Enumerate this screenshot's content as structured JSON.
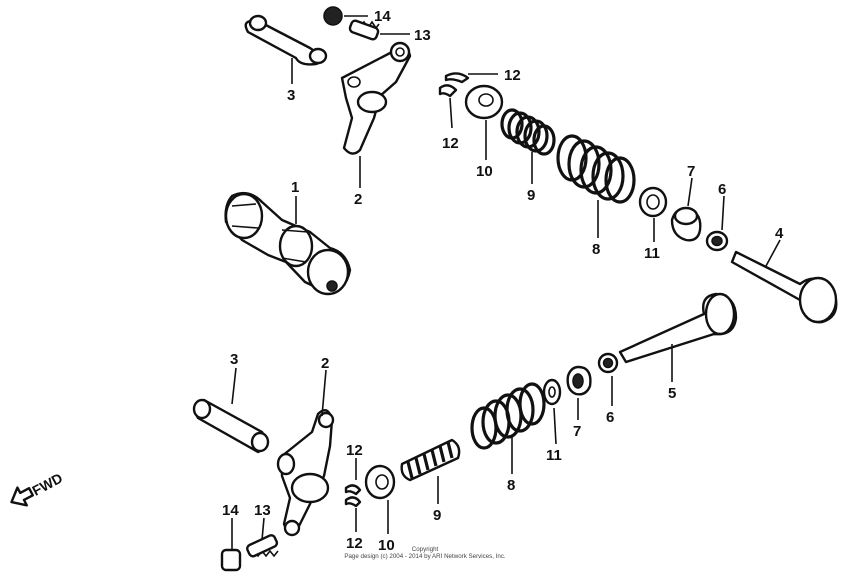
{
  "callouts": {
    "c1": "1",
    "c2_top": "2",
    "c3_top": "3",
    "c4": "4",
    "c5": "5",
    "c6_top": "6",
    "c7_top": "7",
    "c8_top": "8",
    "c9_top": "9",
    "c10_top": "10",
    "c11_top": "11",
    "c12_top_a": "12",
    "c12_top_b": "12",
    "c13_top": "13",
    "c14_top": "14",
    "c2_bot": "2",
    "c3_bot": "3",
    "c6_bot": "6",
    "c7_bot": "7",
    "c8_bot": "8",
    "c9_bot": "9",
    "c10_bot": "10",
    "c11_bot": "11",
    "c12_bot_a": "12",
    "c12_bot_b": "12",
    "c13_bot": "13",
    "c14_bot": "14"
  },
  "fwd_label": "FWD",
  "footer": {
    "line1": "Copyright",
    "line2": "Page design (c) 2004 - 2014 by ARI Network Services, Inc."
  }
}
